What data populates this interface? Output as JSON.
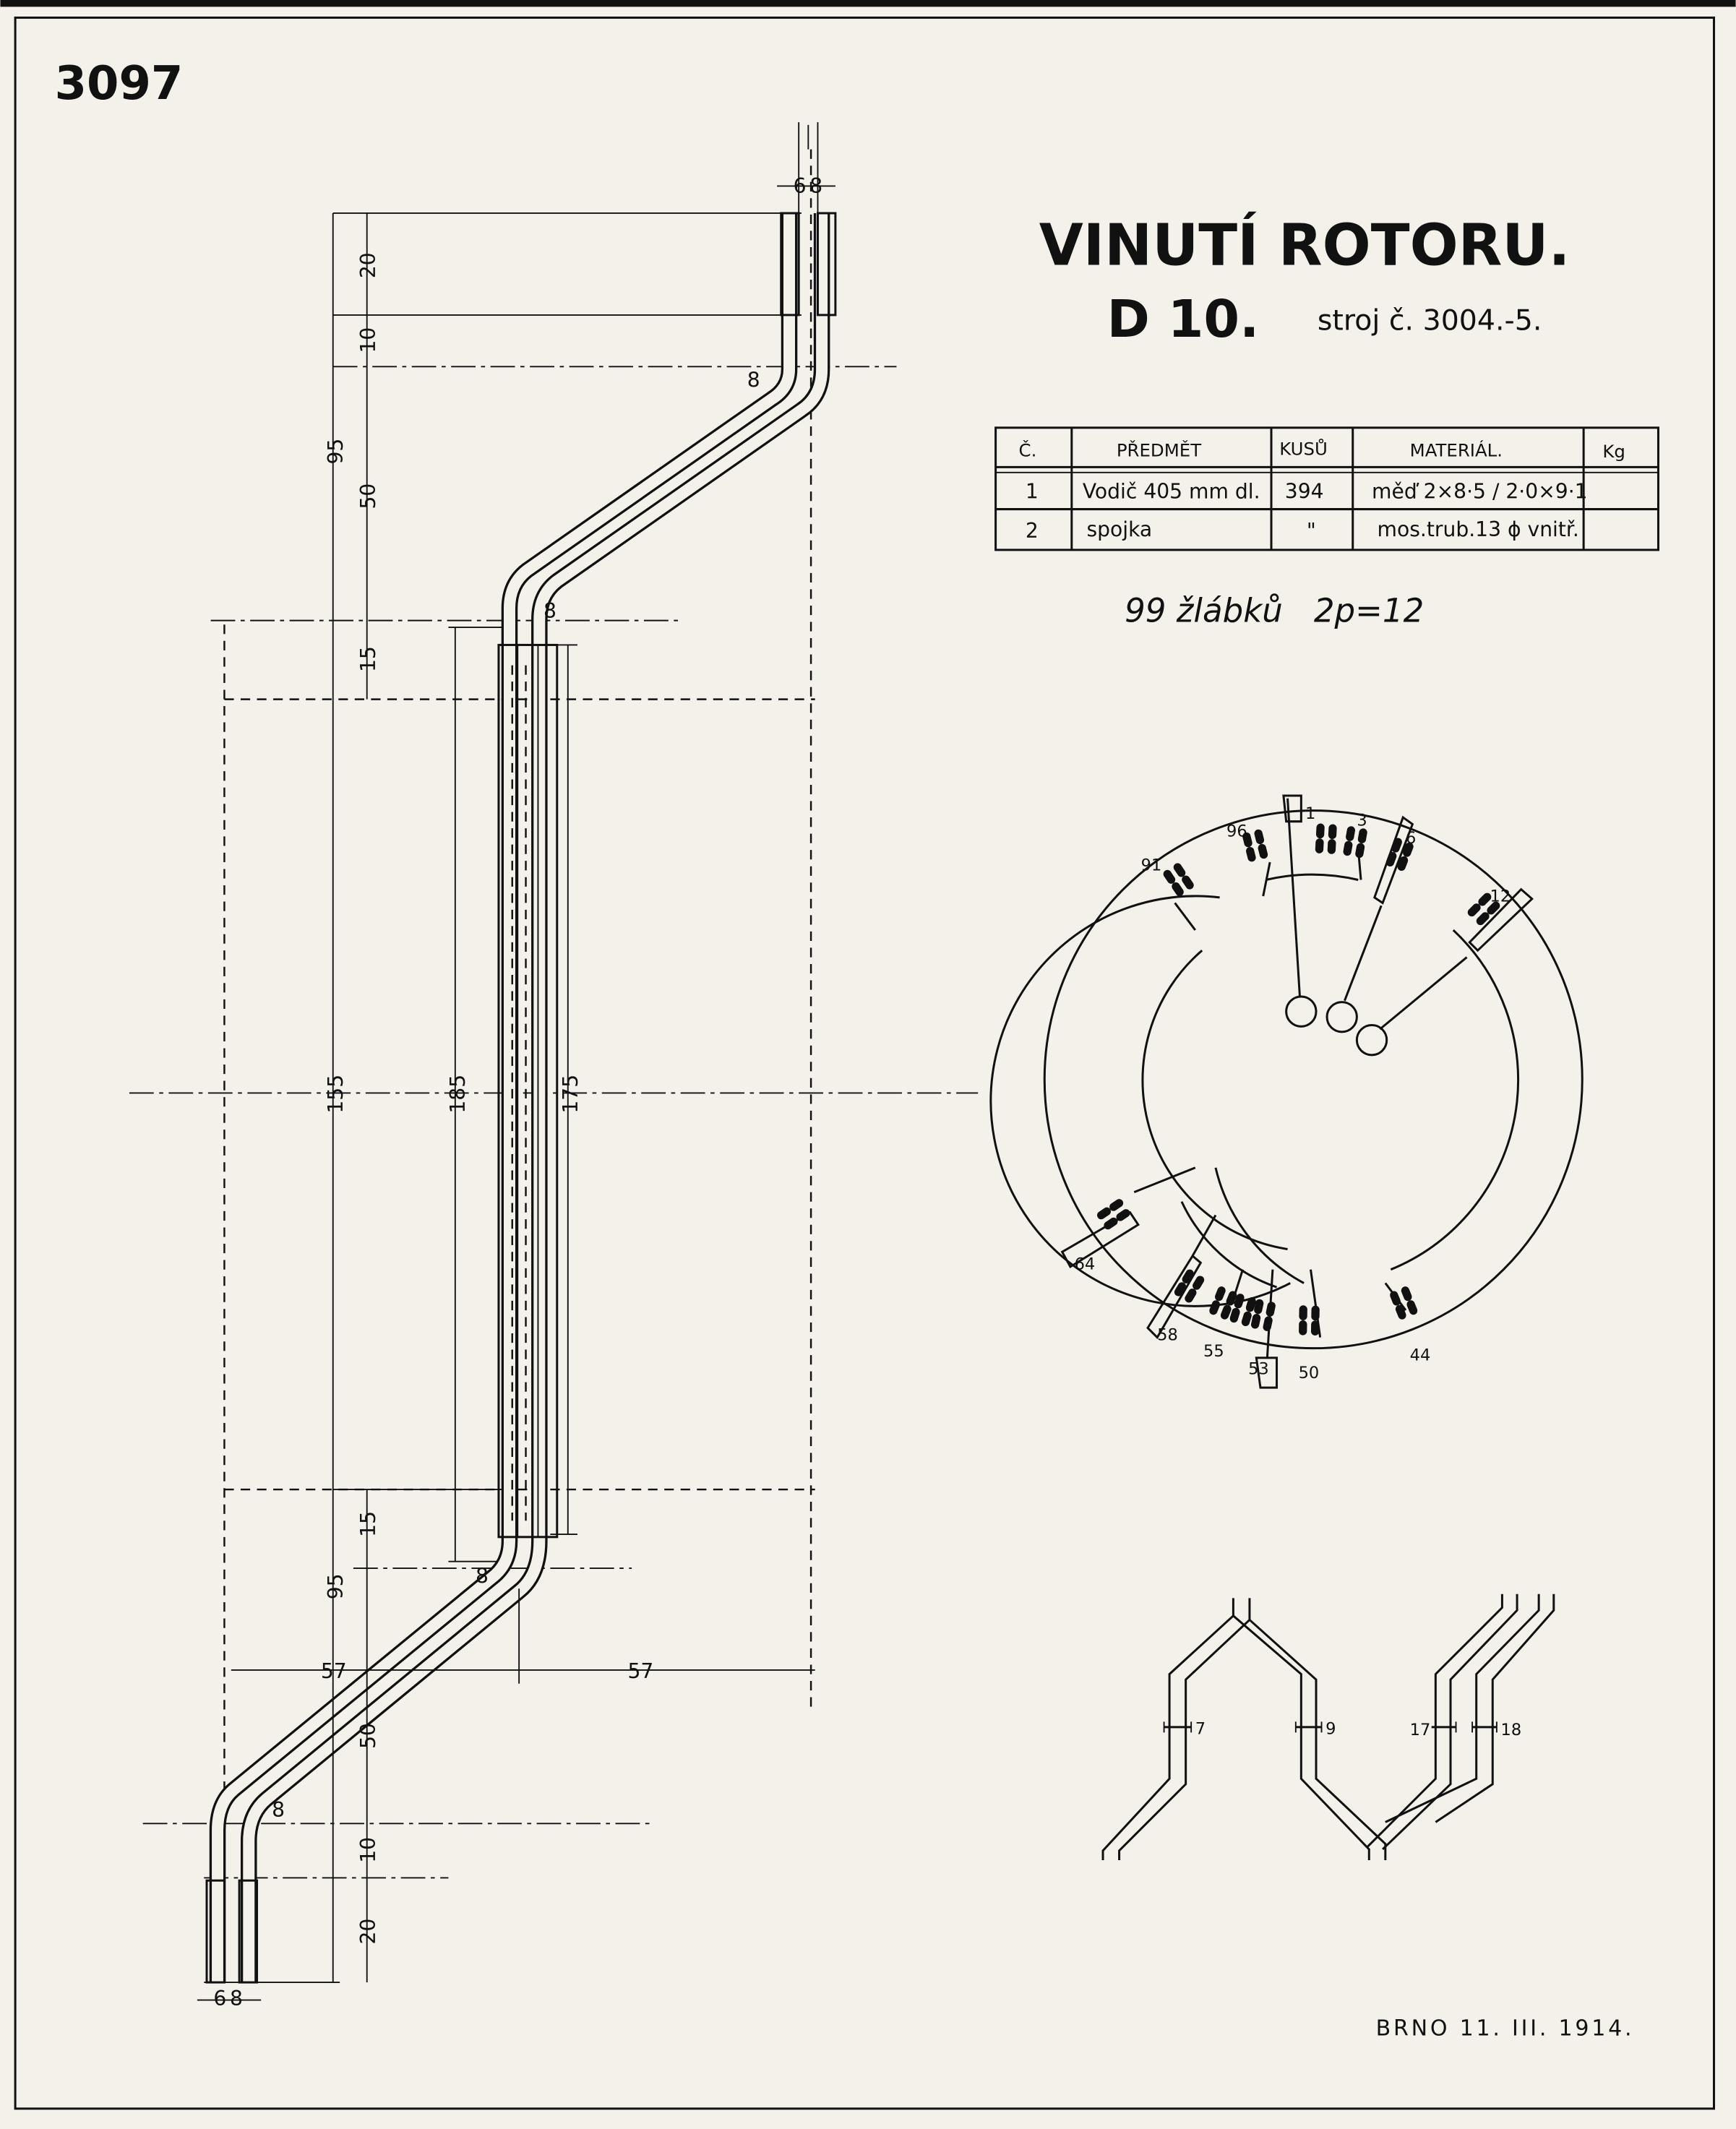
{
  "drawing_number": "3097",
  "title": "VINUTÍ ROTORU.",
  "subtitle": "D 10.",
  "machine": "stroj č. 3004.-5.",
  "parts_table": {
    "headers": [
      "Č.",
      "PŘEDMĚT",
      "KUSŮ",
      "MATERIÁL.",
      "Kg"
    ],
    "rows": [
      [
        "1",
        "Vodič 405 mm dl.",
        "394",
        "měď 2×8·5 / 2·0×9·1",
        ""
      ],
      [
        "2",
        "spojka",
        "\"",
        "mos.trub.13 ϕ vnitř.",
        ""
      ]
    ]
  },
  "winding_note": "99 žlábků   2p=12",
  "dimensions": {
    "top_widths": [
      "6",
      "8"
    ],
    "bottom_widths": [
      "6",
      "8"
    ],
    "top_stack": [
      "20",
      "10",
      "50",
      "15"
    ],
    "top_total": "95",
    "center_length": "155",
    "inner_length": "185",
    "sleeve_length": "175",
    "bottom_stack": [
      "15",
      "50",
      "10",
      "20"
    ],
    "bottom_total": "95",
    "half_width_left": "57",
    "half_width_right": "57",
    "bend_radius": "8"
  },
  "slot_labels": [
    "1",
    "3",
    "6",
    "12",
    "96",
    "91",
    "64",
    "58",
    "55",
    "53",
    "50",
    "44"
  ],
  "wave_labels": [
    "7",
    "9",
    "17",
    "18"
  ],
  "place_date": "BRNO 11. III. 1914."
}
